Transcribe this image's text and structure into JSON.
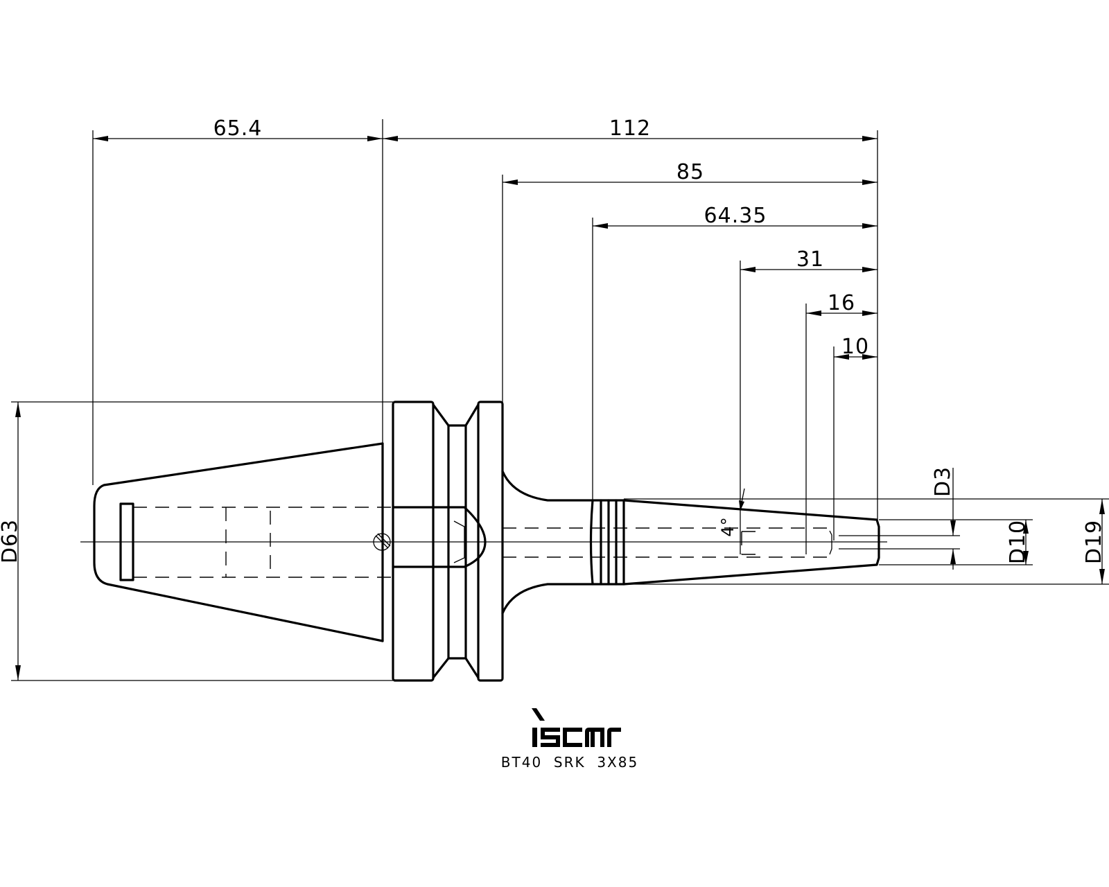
{
  "dimensions": {
    "d65_4": "65.4",
    "d112": "112",
    "d85": "85",
    "d64_35": "64.35",
    "d31": "31",
    "d16": "16",
    "d10": "10",
    "angle": "4°",
    "dia63": "D63",
    "dia3": "D3",
    "dia10": "D10",
    "dia19": "D19"
  },
  "logo": "iscar",
  "caption": "BT40  SRK  3X85"
}
